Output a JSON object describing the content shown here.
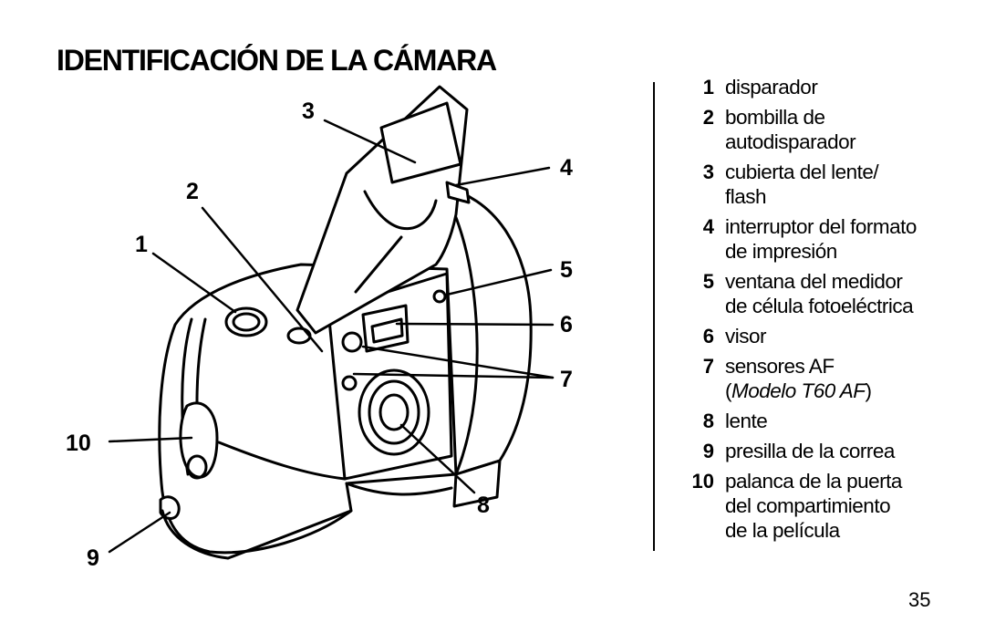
{
  "title": "IDENTIFICACIÓN DE LA CÁMARA",
  "callouts": {
    "c1": "1",
    "c2": "2",
    "c3": "3",
    "c4": "4",
    "c5": "5",
    "c6": "6",
    "c7": "7",
    "c8": "8",
    "c9": "9",
    "c10": "10"
  },
  "legend": [
    {
      "num": "1",
      "lines": [
        "disparador"
      ]
    },
    {
      "num": "2",
      "lines": [
        "bombilla de",
        "autodisparador"
      ]
    },
    {
      "num": "3",
      "lines": [
        "cubierta del lente/",
        "flash"
      ]
    },
    {
      "num": "4",
      "lines": [
        "interruptor del formato",
        "de impresión"
      ]
    },
    {
      "num": "5",
      "lines": [
        "ventana del medidor",
        "de célula fotoeléctrica"
      ]
    },
    {
      "num": "6",
      "lines": [
        "visor"
      ]
    },
    {
      "num": "7",
      "lines": [
        "sensores AF"
      ],
      "paren_open": "(",
      "model": "Modelo T60 AF",
      "paren_close": ")"
    },
    {
      "num": "8",
      "lines": [
        "lente"
      ]
    },
    {
      "num": "9",
      "lines": [
        "presilla de la correa"
      ]
    },
    {
      "num": "10",
      "lines": [
        "palanca de la puerta",
        "del compartimiento",
        "de la película"
      ]
    }
  ],
  "page_number": "35"
}
